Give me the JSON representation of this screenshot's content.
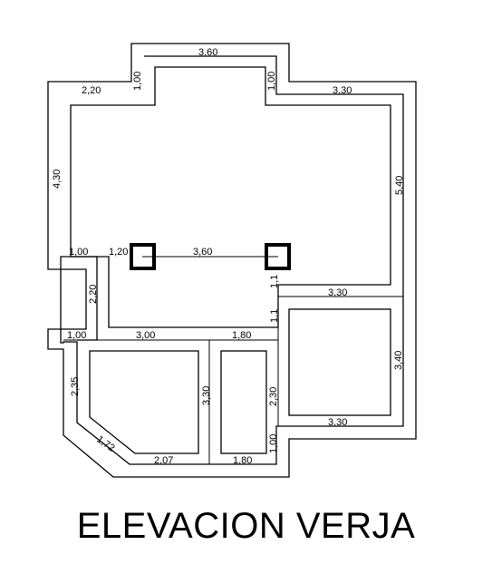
{
  "title": "ELEVACION VERJA",
  "dimensions": [
    "3,60",
    "1,00",
    "1,00",
    "2,20",
    "3,30",
    "4,30",
    "5,40",
    "1,00",
    "1,20",
    "3,60",
    "1,1",
    "2,20",
    "3,30",
    "1,1",
    "1,00",
    "3,00",
    "1,80",
    "3,40",
    "2,35",
    "3,30",
    "2,30",
    "3,30",
    "1,72",
    "2,07",
    "1,80",
    "1,00"
  ]
}
